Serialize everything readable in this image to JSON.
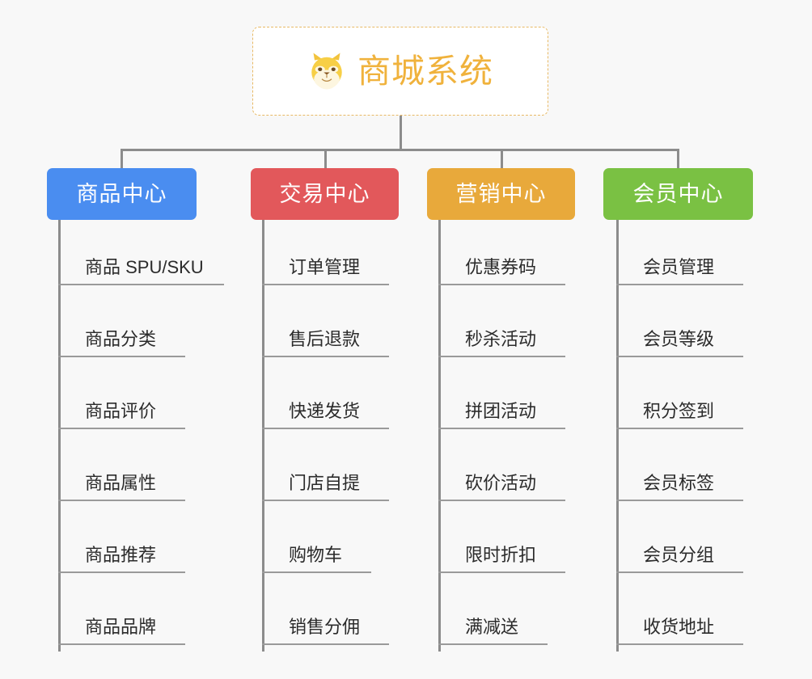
{
  "page": {
    "background_color": "#f8f8f8",
    "line_color": "#8c8c8c",
    "leaf_rule_color": "#9a9a9a"
  },
  "root": {
    "icon": "shiba-dog-face-icon",
    "icon_glyph": "🐶",
    "title": "商城系统",
    "text_color": "#f0b23c",
    "border_color": "#e8b964",
    "background_color": "#ffffff"
  },
  "branches": [
    {
      "label": "商品中心",
      "color": "#4a8df0",
      "name": "product-center",
      "items": [
        "商品 SPU/SKU",
        "商品分类",
        "商品评价",
        "商品属性",
        "商品推荐",
        "商品品牌"
      ]
    },
    {
      "label": "交易中心",
      "color": "#e2585b",
      "name": "trade-center",
      "items": [
        "订单管理",
        "售后退款",
        "快递发货",
        "门店自提",
        "购物车",
        "销售分佣"
      ]
    },
    {
      "label": "营销中心",
      "color": "#e8a93b",
      "name": "marketing-center",
      "items": [
        "优惠券码",
        "秒杀活动",
        "拼团活动",
        "砍价活动",
        "限时折扣",
        "满减送"
      ]
    },
    {
      "label": "会员中心",
      "color": "#7ac143",
      "name": "member-center",
      "items": [
        "会员管理",
        "会员等级",
        "积分签到",
        "会员标签",
        "会员分组",
        "收货地址"
      ]
    }
  ]
}
